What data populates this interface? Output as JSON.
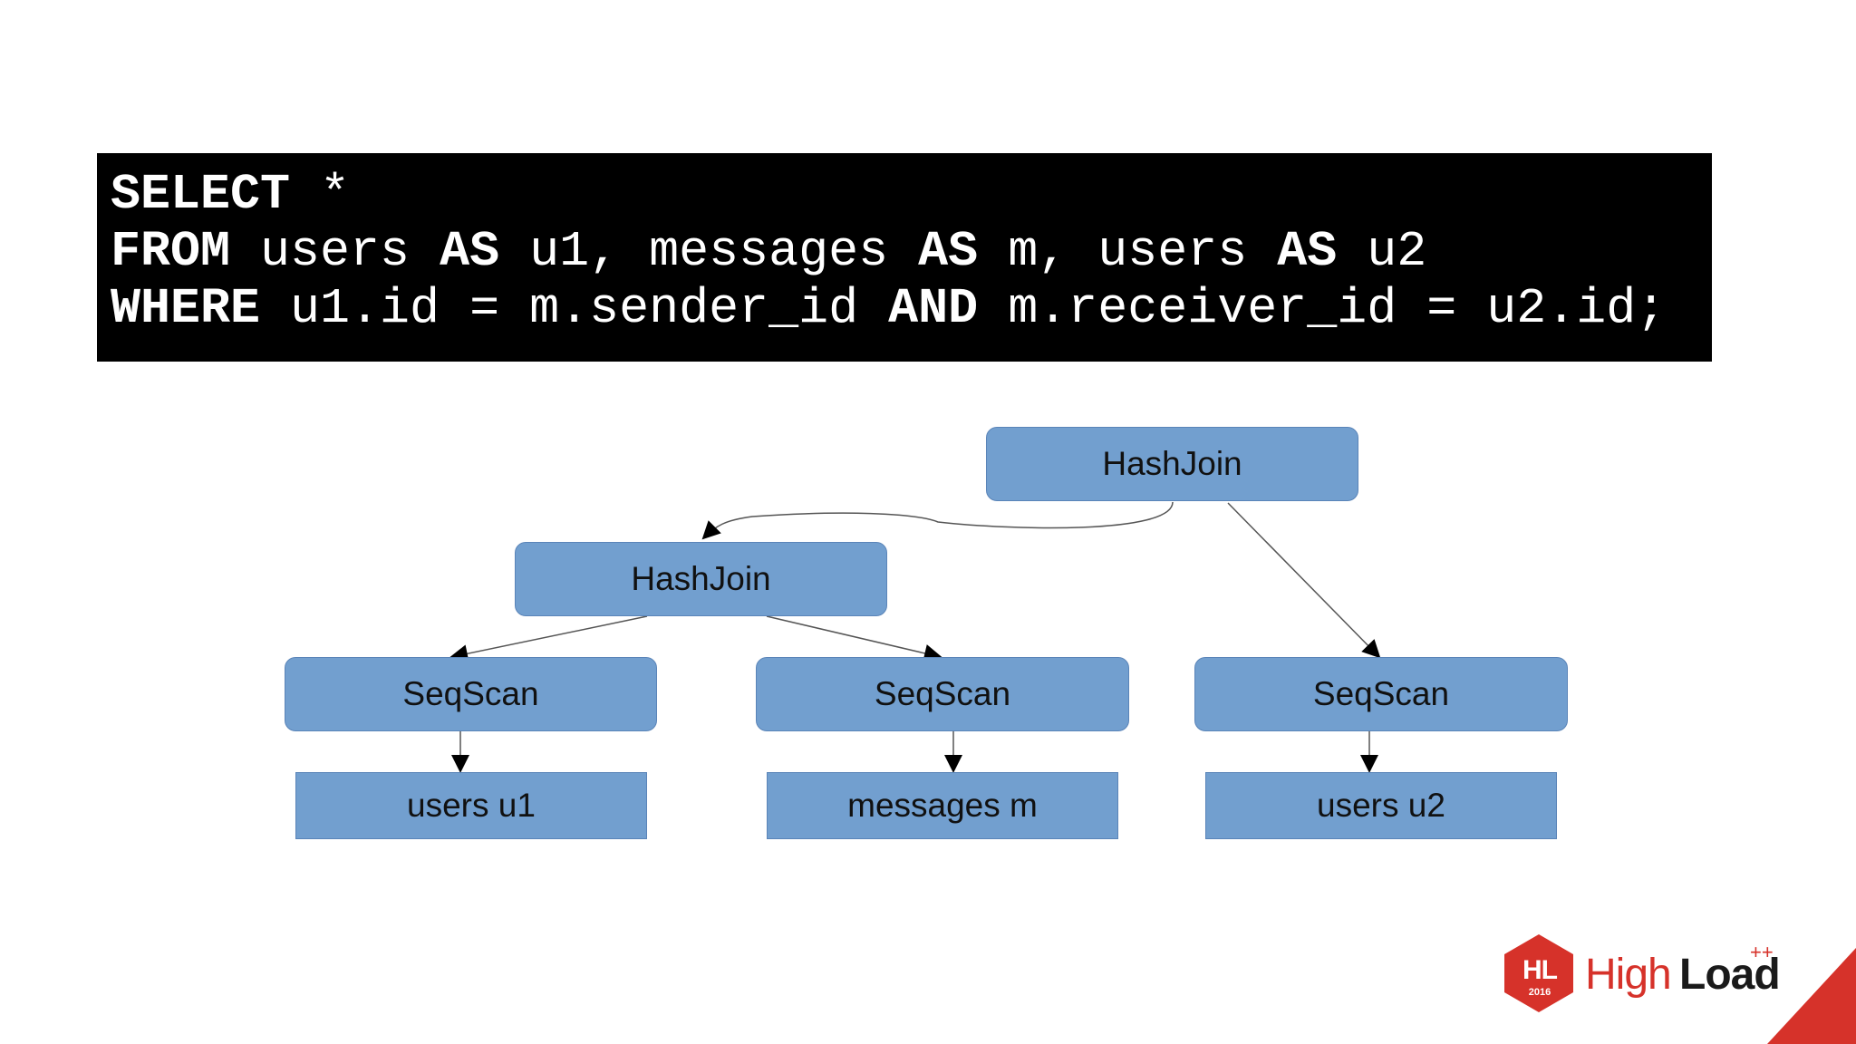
{
  "sql": {
    "line1": {
      "kw1": "SELECT",
      "rest1": " *"
    },
    "line2": {
      "kw1": "FROM",
      "rest1": " users ",
      "kw2": "AS",
      "rest2": " u1, messages ",
      "kw3": "AS",
      "rest3": " m, users ",
      "kw4": "AS",
      "rest4": " u2"
    },
    "line3": {
      "kw1": "WHERE",
      "rest1": " u1.id = m.sender_id ",
      "kw2": "AND",
      "rest2": " m.receiver_id = u2.id;"
    }
  },
  "plan": {
    "root": "HashJoin",
    "inner_join": "HashJoin",
    "scan_left": "SeqScan",
    "scan_middle": "SeqScan",
    "scan_right": "SeqScan",
    "rel_left": "users u1",
    "rel_middle": "messages m",
    "rel_right": "users u2"
  },
  "logo": {
    "mark": "HL",
    "year": "2016",
    "word_high": "High",
    "word_load": "Load",
    "superscript": "++"
  },
  "colors": {
    "node_fill": "#729fcf",
    "code_bg": "#000000",
    "brand_red": "#d6322a"
  }
}
